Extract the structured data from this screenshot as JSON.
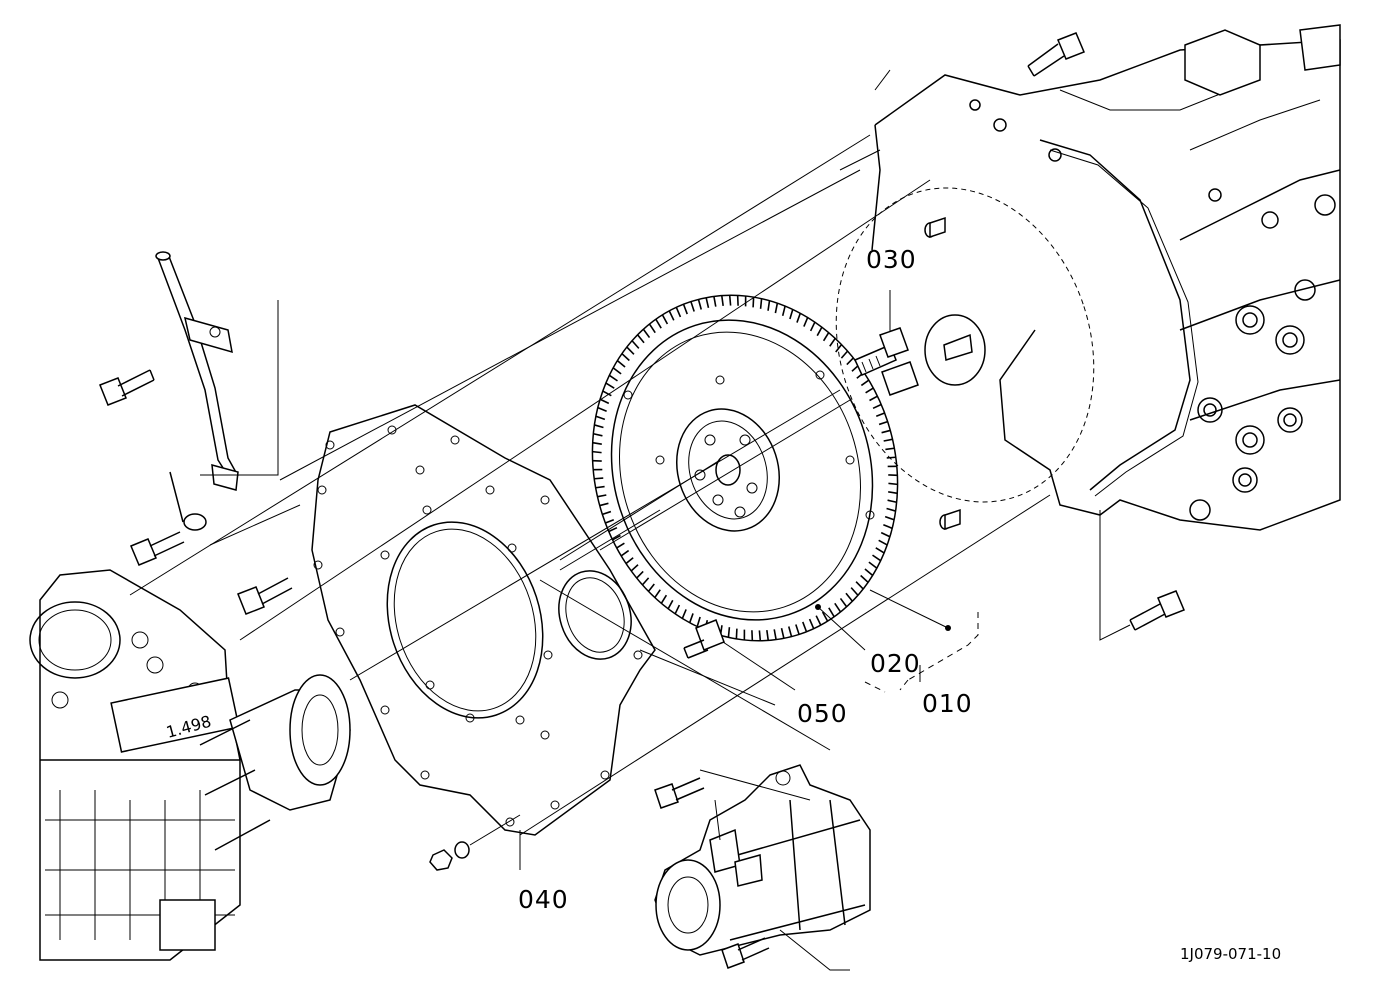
{
  "diagram": {
    "callouts": {
      "c010": "010",
      "c020": "020",
      "c030": "030",
      "c040": "040",
      "c050": "050"
    },
    "figure_id": "1J079-071-10",
    "engine_stamp": "1.498"
  }
}
